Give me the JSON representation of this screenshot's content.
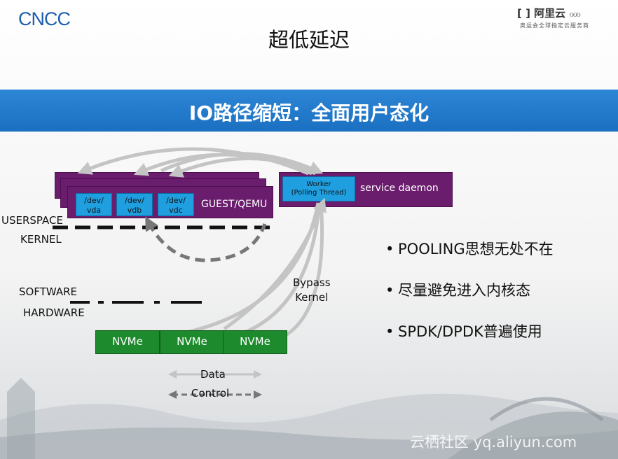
{
  "header": {
    "left_logo": "CNCC",
    "right_logo": "阿里云",
    "right_logo_sub": "奥运会全球指定云服务商",
    "title": "超低延迟"
  },
  "banner": {
    "text": "IO路径缩短：全面用户态化"
  },
  "diagram": {
    "devices": [
      {
        "line1": "/dev/",
        "line2": "vda"
      },
      {
        "line1": "/dev/",
        "line2": "vdb"
      },
      {
        "line1": "/dev/",
        "line2": "vdc"
      }
    ],
    "guest_label": "GUEST/QEMU",
    "worker_line1": "Worker",
    "worker_line2": "(Polling Thread)",
    "daemon_label": "service daemon",
    "layers": {
      "userspace": "USERSPACE",
      "kernel": "KERNEL",
      "software": "SOFTWARE",
      "hardware": "HARDWARE"
    },
    "bypass_line1": "Bypass",
    "bypass_line2": "Kernel",
    "nvme": [
      "NVMe",
      "NVMe",
      "NVMe"
    ],
    "legend": {
      "data": "Data",
      "control": "Control"
    },
    "colors": {
      "purple": "#6a1d6d",
      "blue": "#1f9fe0",
      "green": "#1e8a2e",
      "banner": "#1a6fc1"
    }
  },
  "bullets": [
    "POOLING思想无处不在",
    "尽量避免进入内核态",
    "SPDK/DPDK普遍使用"
  ],
  "watermark": "云栖社区 yq.aliyun.com"
}
